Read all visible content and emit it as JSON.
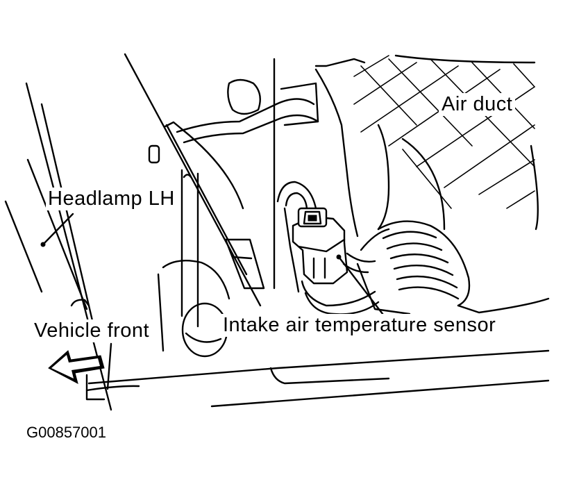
{
  "labels": {
    "air_duct": "Air duct",
    "headlamp": "Headlamp LH",
    "vehicle_front": "Vehicle front",
    "sensor": "Intake air temperature sensor"
  },
  "figure_id": "G00857001"
}
